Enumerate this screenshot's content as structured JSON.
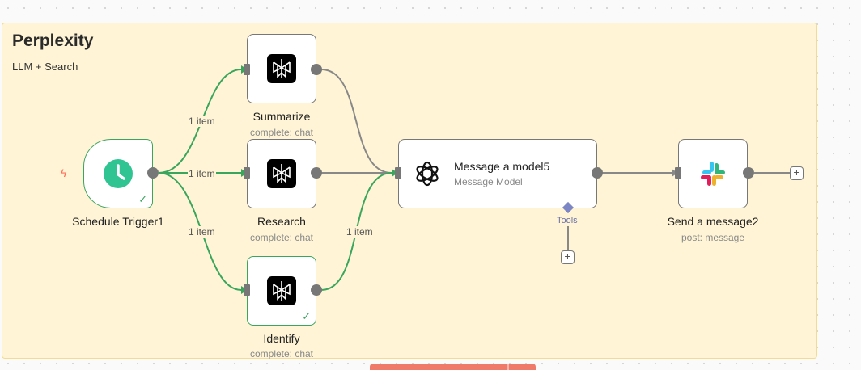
{
  "sticky": {
    "title": "Perplexity",
    "subtitle": "LLM + Search"
  },
  "nodes": {
    "schedule_trigger": {
      "name": "Schedule Trigger1"
    },
    "summarize": {
      "name": "Summarize",
      "subtitle": "complete: chat"
    },
    "research": {
      "name": "Research",
      "subtitle": "complete: chat"
    },
    "identify": {
      "name": "Identify",
      "subtitle": "complete: chat"
    },
    "message_model": {
      "name": "Message a model5",
      "subtitle": "Message Model"
    },
    "send_message": {
      "name": "Send a message2",
      "subtitle": "post: message"
    }
  },
  "edges": {
    "trigger_to_summarize": "1 item",
    "trigger_to_research": "1 item",
    "trigger_to_identify": "1 item",
    "identify_to_model": "1 item"
  },
  "tools_label": "Tools",
  "plus_symbol": "+",
  "check_symbol": "✓",
  "bolt_symbol": "ϟ",
  "colors": {
    "success": "#3aa55d",
    "connection": "#888888",
    "sticky": "#fff5d6",
    "tools": "#7c86c4"
  }
}
